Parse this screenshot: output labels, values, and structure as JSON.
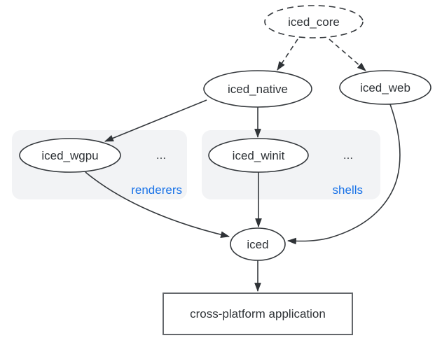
{
  "diagram": {
    "nodes": {
      "iced_core": {
        "label": "iced_core",
        "shape": "ellipse",
        "border": "dashed"
      },
      "iced_native": {
        "label": "iced_native",
        "shape": "ellipse",
        "border": "solid"
      },
      "iced_web": {
        "label": "iced_web",
        "shape": "ellipse",
        "border": "solid"
      },
      "iced_wgpu": {
        "label": "iced_wgpu",
        "shape": "ellipse",
        "border": "solid",
        "group": "renderers"
      },
      "iced_winit": {
        "label": "iced_winit",
        "shape": "ellipse",
        "border": "solid",
        "group": "shells"
      },
      "iced": {
        "label": "iced",
        "shape": "ellipse",
        "border": "solid"
      },
      "application": {
        "label": "cross-platform application",
        "shape": "rectangle",
        "border": "solid"
      }
    },
    "groups": {
      "renderers": {
        "label": "renderers",
        "more_indicator": "..."
      },
      "shells": {
        "label": "shells",
        "more_indicator": "..."
      }
    },
    "edges": [
      {
        "from": "iced_core",
        "to": "iced_native",
        "style": "dashed"
      },
      {
        "from": "iced_core",
        "to": "iced_web",
        "style": "dashed"
      },
      {
        "from": "iced_native",
        "to": "iced_wgpu",
        "style": "solid"
      },
      {
        "from": "iced_native",
        "to": "iced_winit",
        "style": "solid"
      },
      {
        "from": "iced_wgpu",
        "to": "iced",
        "style": "solid"
      },
      {
        "from": "iced_winit",
        "to": "iced",
        "style": "solid"
      },
      {
        "from": "iced_web",
        "to": "iced",
        "style": "solid"
      },
      {
        "from": "iced",
        "to": "application",
        "style": "solid"
      }
    ],
    "colors": {
      "edge_stroke": "#35393d",
      "node_stroke": "#35393d",
      "rect_stroke": "#64676b",
      "group_background": "#f2f3f5",
      "group_label": "#1a73e8",
      "node_text": "#2f3337",
      "ellipsis_text": "#44484c",
      "page_background": "#ffffff"
    }
  }
}
